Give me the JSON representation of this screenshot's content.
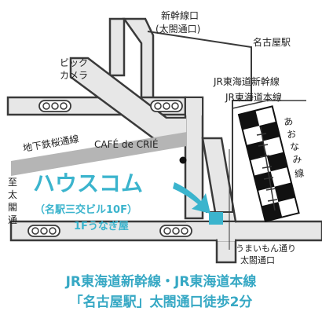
{
  "colors": {
    "road_fill": "#e7e7e7",
    "road_outline": "#3a3a3a",
    "subway": "#b5b5b5",
    "brand": "#3bb4cd",
    "marker": "#3bb4cd",
    "footer_text": "#36a8c4",
    "rail_black": "#111111"
  },
  "labels": {
    "shinkansen_exit": "新幹線口",
    "taiko_exit_paren": "(太閤通口)",
    "nagoya_station": "名古屋駅",
    "bic_1": "ビック",
    "bic_2": "カメラ",
    "jr_shinkansen": "JR東海道新幹線",
    "jr_main": "JR東海道本線",
    "subway_street": "地下鉄桜通線",
    "cafe": "CAFÉ de CRIÉ",
    "anami_1": "あ",
    "anami_2": "お",
    "anami_3": "な",
    "anami_4": "み",
    "anami_5": "線",
    "to_taiko_1": "至",
    "to_taiko_2": "太",
    "to_taiko_3": "閣",
    "to_taiko_4": "通",
    "umaimon_1": "うまいもん通り",
    "umaimon_2": "太閤通口"
  },
  "store": {
    "name": "ハウスコム",
    "branch": "（名駅三交ビル10F）",
    "ground_floor": "1Fうなぎ屋"
  },
  "footer": {
    "line1": "JR東海道新幹線・JR東海道本線",
    "line2": "「名古屋駅」太閤通口徒歩2分"
  },
  "icons": {
    "signals": "traffic-signal-icon",
    "cafe_dot": "location-dot-icon",
    "arrow": "pointer-arrow-icon",
    "marker": "destination-marker-icon"
  }
}
